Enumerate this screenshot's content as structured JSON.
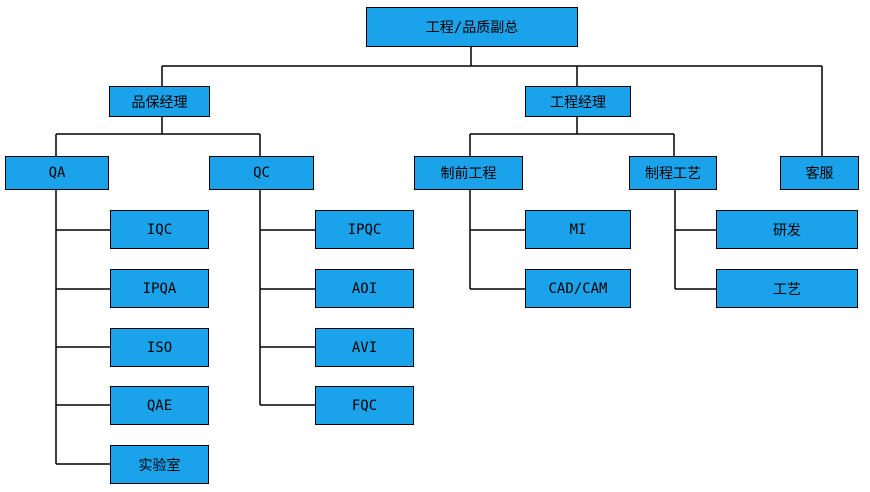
{
  "diagram": {
    "colors": {
      "box_fill": "#1aa3ea",
      "box_border": "#000000",
      "line": "#000000"
    },
    "root": {
      "id": "vp-engineering-quality",
      "label": "工程/品质副总"
    },
    "managers": [
      {
        "id": "quality-manager",
        "label": "品保经理"
      },
      {
        "id": "engineering-manager",
        "label": "工程经理"
      }
    ],
    "departments": [
      {
        "id": "qa",
        "label": "QA"
      },
      {
        "id": "qc",
        "label": "QC"
      },
      {
        "id": "preproduction-engineering",
        "label": "制前工程"
      },
      {
        "id": "process-engineering",
        "label": "制程工艺"
      },
      {
        "id": "customer-service",
        "label": "客服"
      }
    ],
    "qa_units": [
      {
        "id": "iqc",
        "label": "IQC"
      },
      {
        "id": "ipqa",
        "label": "IPQA"
      },
      {
        "id": "iso",
        "label": "ISO"
      },
      {
        "id": "qae",
        "label": "QAE"
      },
      {
        "id": "laboratory",
        "label": "实验室"
      }
    ],
    "qc_units": [
      {
        "id": "ipqc",
        "label": "IPQC"
      },
      {
        "id": "aoi",
        "label": "AOI"
      },
      {
        "id": "avi",
        "label": "AVI"
      },
      {
        "id": "fqc",
        "label": "FQC"
      }
    ],
    "preproduction_units": [
      {
        "id": "mi",
        "label": "MI"
      },
      {
        "id": "cad-cam",
        "label": "CAD/CAM"
      }
    ],
    "process_units": [
      {
        "id": "rnd",
        "label": "研发"
      },
      {
        "id": "craft",
        "label": "工艺"
      }
    ]
  }
}
